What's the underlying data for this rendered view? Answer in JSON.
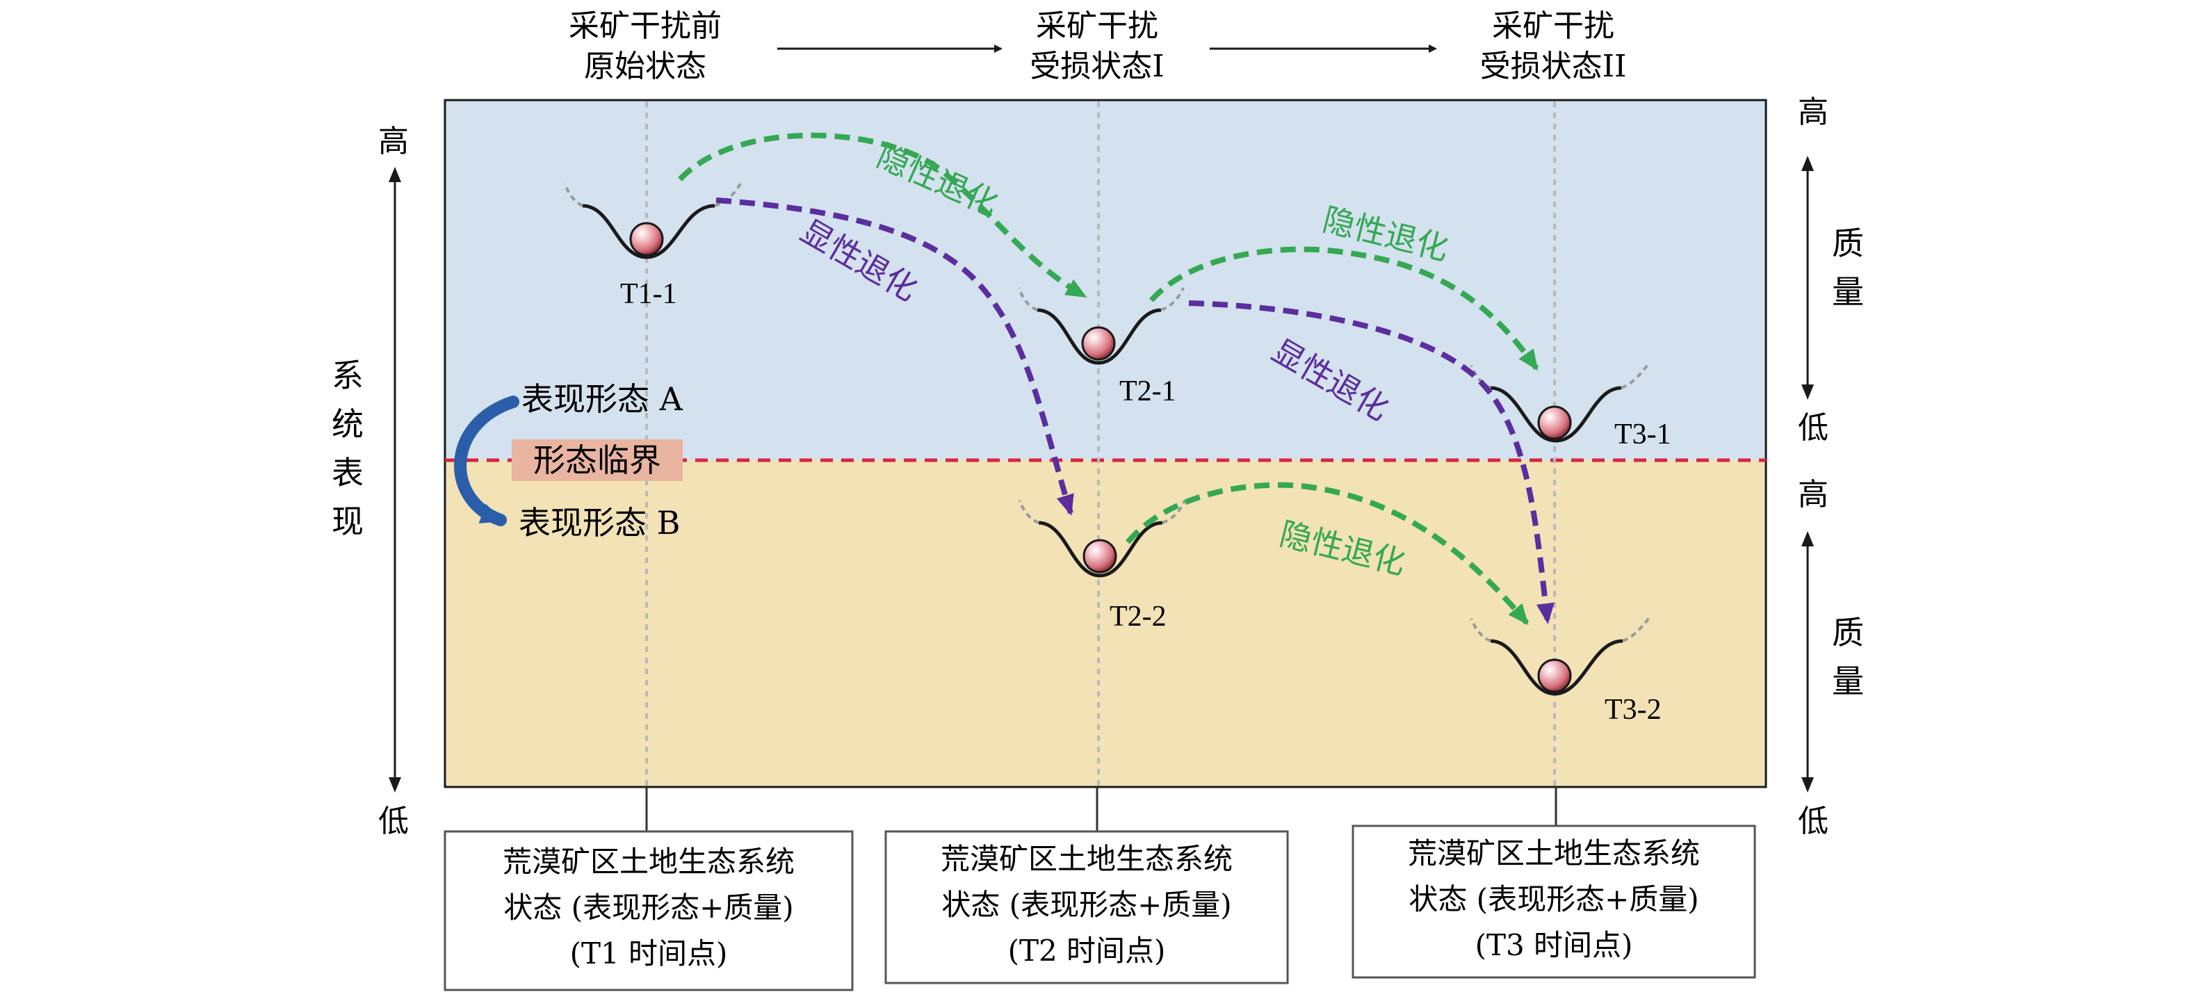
{
  "stages": [
    {
      "line1": "采矿干扰前",
      "line2": "原始状态"
    },
    {
      "line1": "采矿干扰",
      "line2": "受损状态I"
    },
    {
      "line1": "采矿干扰",
      "line2": "受损状态II"
    }
  ],
  "left_axis": {
    "top": "高",
    "bottom": "低",
    "label_chars": [
      "系",
      "统",
      "表",
      "现"
    ]
  },
  "right_axis": {
    "upper": {
      "top": "高",
      "bottom": "低",
      "label_chars": [
        "质",
        "量"
      ]
    },
    "lower": {
      "top": "高",
      "bottom": "低",
      "label_chars": [
        "质",
        "量"
      ]
    }
  },
  "form_a": "表现形态 A",
  "form_b": "表现形态 B",
  "threshold": "形态临界",
  "states": [
    "T1-1",
    "T2-1",
    "T2-2",
    "T3-1",
    "T3-2"
  ],
  "arrow_labels": {
    "hidden_1": "隐性退化",
    "hidden_2": "隐性退化",
    "hidden_3": "隐性退化",
    "overt_1": "显性退化",
    "overt_2": "显性退化"
  },
  "boxes": [
    {
      "line1": "荒漠矿区土地生态系统",
      "line2": "状态 (表现形态+质量)",
      "line3": "(T1 时间点)"
    },
    {
      "line1": "荒漠矿区土地生态系统",
      "line2": "状态 (表现形态+质量)",
      "line3": "(T2 时间点)"
    },
    {
      "line1": "荒漠矿区土地生态系统",
      "line2": "状态 (表现形态+质量)",
      "line3": "(T3 时间点)"
    }
  ],
  "colors": {
    "upper_bg": "#d4e1ee",
    "lower_bg": "#f2e2b6",
    "threshold_line": "#d7263d",
    "threshold_box": "#e9b4a0",
    "hidden_arrow": "#34a853",
    "overt_arrow": "#5b2d9e",
    "curved_arrow": "#2b5ea9",
    "ball": "#d7707c"
  }
}
